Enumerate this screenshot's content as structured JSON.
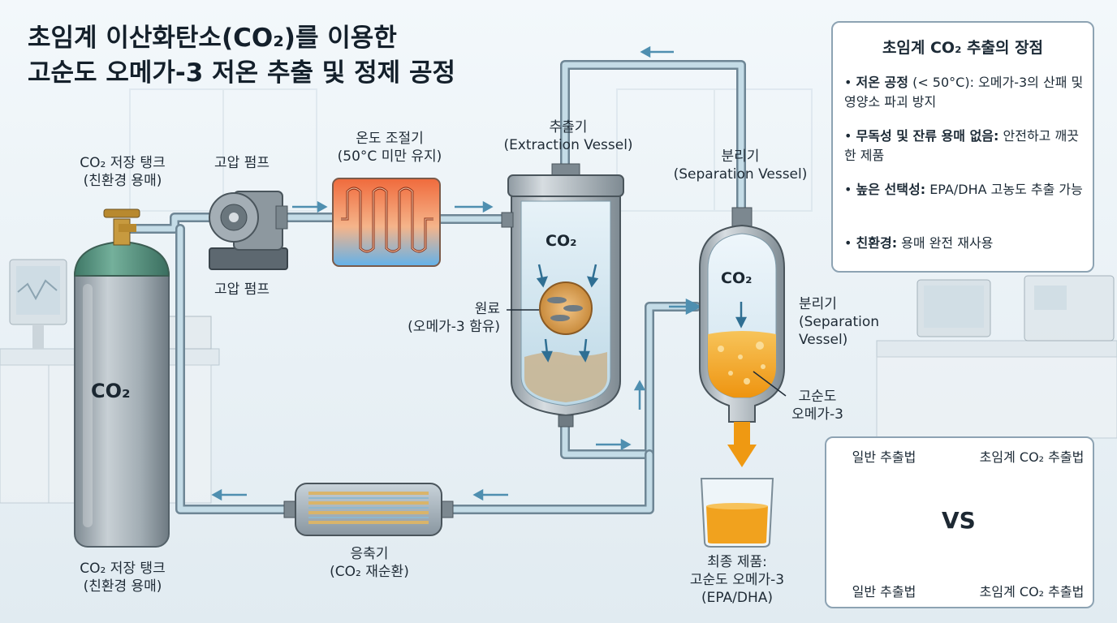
{
  "title": {
    "line1": "초임계 이산화탄소(CO₂)를 이용한",
    "line2": "고순도 오메가-3 저온 추출 및 정제 공정"
  },
  "tank": {
    "top_label": "CO₂ 저장 탱크",
    "top_sub": "(친환경 용매)",
    "body_label": "CO₂",
    "bottom_label": "CO₂ 저장 탱크",
    "bottom_sub": "(친환경 용매)"
  },
  "pump": {
    "top_label": "고압 펌프",
    "bottom_label": "고압 펌프"
  },
  "heater": {
    "label": "온도 조절기",
    "sub": "(50°C 미만 유지)"
  },
  "extractor": {
    "label": "추출기",
    "sub": "(Extraction Vessel)",
    "co2": "CO₂",
    "material_label": "원료",
    "material_sub": "(오메가-3 함유)"
  },
  "separator": {
    "top_label": "분리기",
    "top_sub": "(Separation Vessel)",
    "co2": "CO₂",
    "side_label": "분리기",
    "side_sub1": "(Separation",
    "side_sub2": "Vessel)",
    "oil_label1": "고순도",
    "oil_label2": "오메가-3"
  },
  "condenser": {
    "label": "응축기",
    "sub": "(CO₂ 재순환)"
  },
  "product": {
    "line1": "최종 제품:",
    "line2": "고순도 오메가-3",
    "line3": "(EPA/DHA)"
  },
  "advantages": {
    "title": "초임계 CO₂ 추출의 장점",
    "items": [
      {
        "bold": "저온 공정",
        "text": " (< 50°C): 오메가-3의 산패 및 영양소 파괴 방지"
      },
      {
        "bold": "무독성 및 잔류 용매 없음:",
        "text": " 안전하고 깨끗한 제품"
      },
      {
        "bold": "높은 선택성:",
        "text": " EPA/DHA 고농도 추출 가능"
      },
      {
        "bold": "친환경:",
        "text": " 용매 완전 재사용"
      }
    ]
  },
  "comparison": {
    "left_top": "일반 추출법",
    "right_top": "초임계 CO₂ 추출법",
    "vs": "VS",
    "left_bottom": "일반 추출법",
    "right_bottom": "초임계 CO₂ 추출법"
  },
  "colors": {
    "tank": "#9aa6ae",
    "tank_valve": "#5c8f7f",
    "pipe": "#b8d3df",
    "oil": "#f2a21e",
    "heater_hot": "#f1784a",
    "heater_cold": "#6db6e8",
    "arrow": "#4f8fb0"
  }
}
